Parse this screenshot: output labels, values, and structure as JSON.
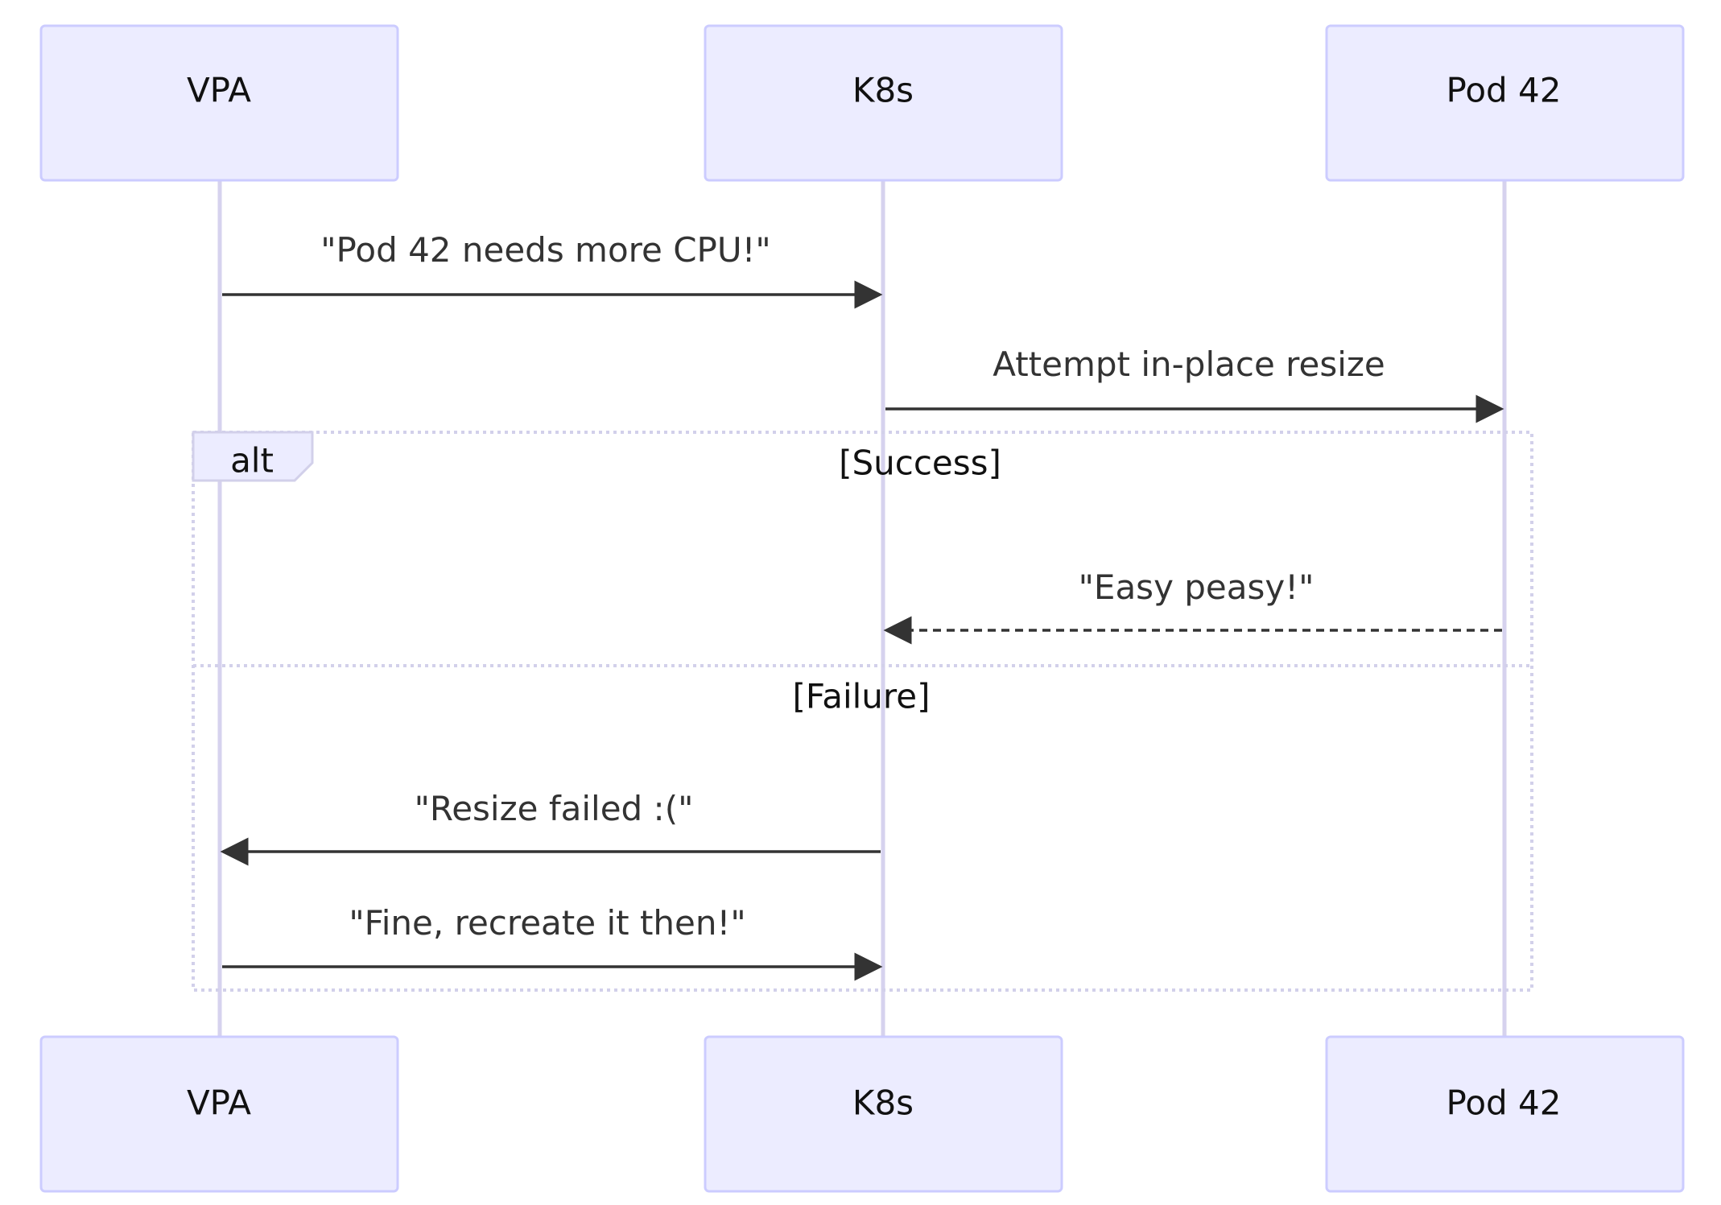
{
  "participants": [
    {
      "id": "vpa",
      "label": "VPA"
    },
    {
      "id": "k8s",
      "label": "K8s"
    },
    {
      "id": "pod42",
      "label": "Pod 42"
    }
  ],
  "messages": [
    {
      "from": "vpa",
      "to": "k8s",
      "text": "\"Pod 42 needs more CPU!\"",
      "style": "solid"
    },
    {
      "from": "k8s",
      "to": "pod42",
      "text": "Attempt in-place resize",
      "style": "solid"
    },
    {
      "from": "pod42",
      "to": "k8s",
      "text": "\"Easy peasy!\"",
      "style": "dashed"
    },
    {
      "from": "k8s",
      "to": "vpa",
      "text": "\"Resize failed :(\"",
      "style": "solid"
    },
    {
      "from": "vpa",
      "to": "k8s",
      "text": "\"Fine, recreate it then!\"",
      "style": "solid"
    }
  ],
  "alt_frame": {
    "keyword": "alt",
    "sections": [
      {
        "condition": "[Success]"
      },
      {
        "condition": "[Failure]"
      }
    ]
  },
  "colors": {
    "actor_fill": "#ECECFF",
    "actor_border": "#CCCCFF",
    "lifeline": "#D6D2EE",
    "arrow": "#333333",
    "frame_border": "#D2D0EA"
  }
}
